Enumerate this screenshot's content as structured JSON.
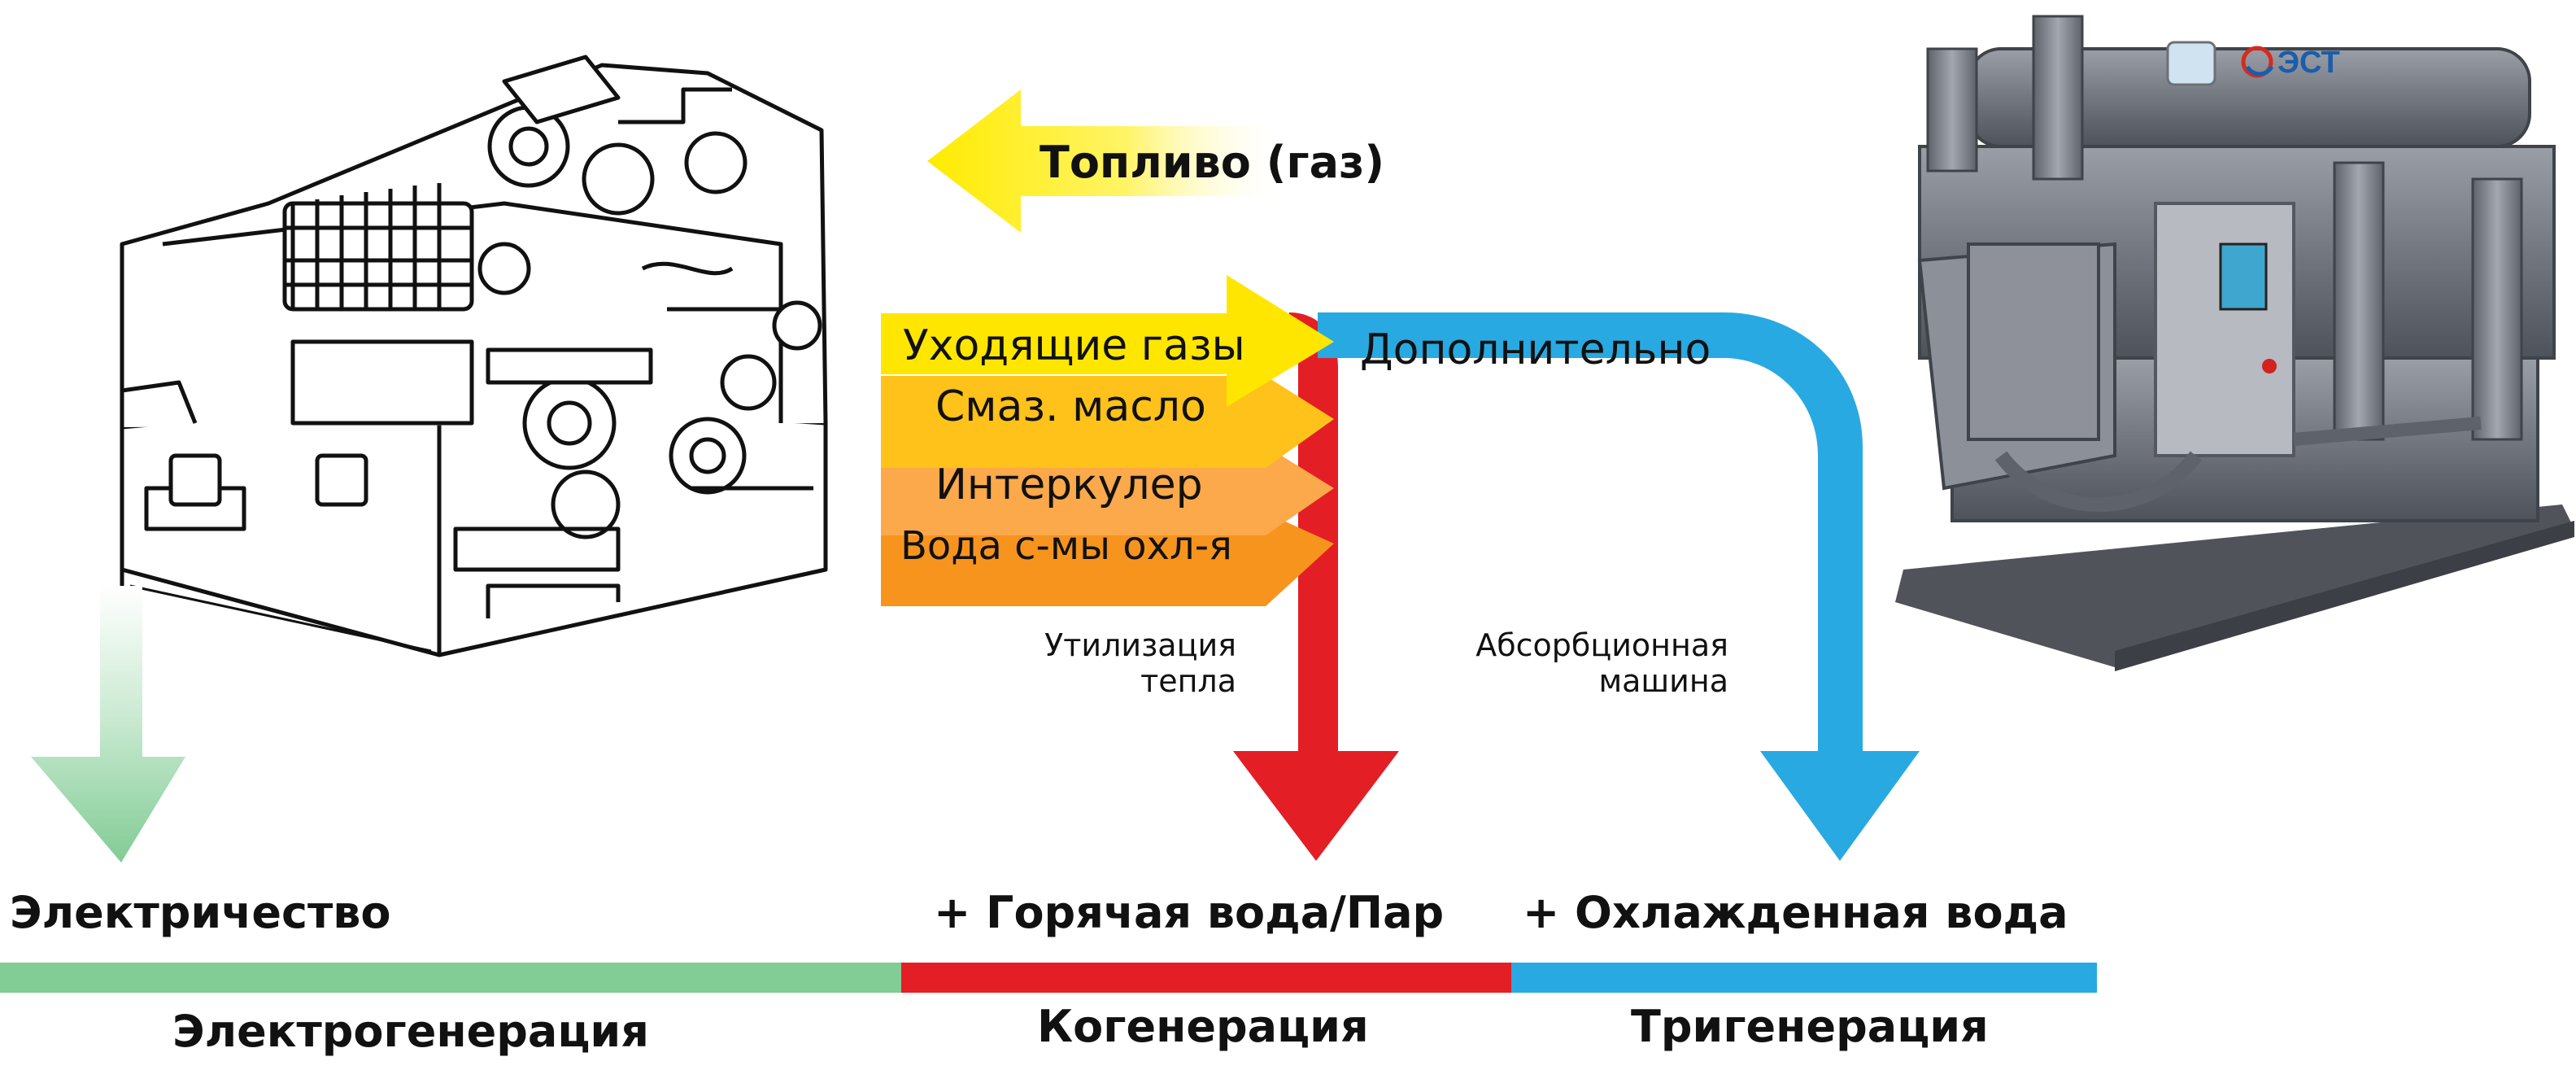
{
  "fuel": {
    "label": "Топливо (газ)",
    "color": "#FFEB00"
  },
  "heat_sources": [
    {
      "label": "Уходящие газы",
      "color": "#FFE600"
    },
    {
      "label": "Смаз. масло",
      "color": "#FFC21A"
    },
    {
      "label": "Интеркулер",
      "color": "#FBA94A"
    },
    {
      "label": "Вода с-мы охл-я",
      "color": "#F7941E"
    }
  ],
  "flows": {
    "additional_label": "Дополнительно",
    "heat_recovery_label": "Утилизация\nтепла",
    "absorption_label": "Абсорбционная\nмашина"
  },
  "outputs": {
    "electricity": "Электричество",
    "hot_water": "+ Горячая вода/Пар",
    "chilled_water": "+ Охлажденная вода"
  },
  "stages": [
    {
      "label": "Электрогенерация",
      "color": "#82CC95"
    },
    {
      "label": "Когенерация",
      "color": "#E31E24"
    },
    {
      "label": "Тригенерация",
      "color": "#29A9E1"
    }
  ],
  "chiller_brand": {
    "logo_text": "ЭСТ"
  },
  "colors": {
    "green": "#82CC95",
    "red": "#E31E24",
    "blue": "#29A9E1",
    "yellow": "#FFEB00"
  }
}
